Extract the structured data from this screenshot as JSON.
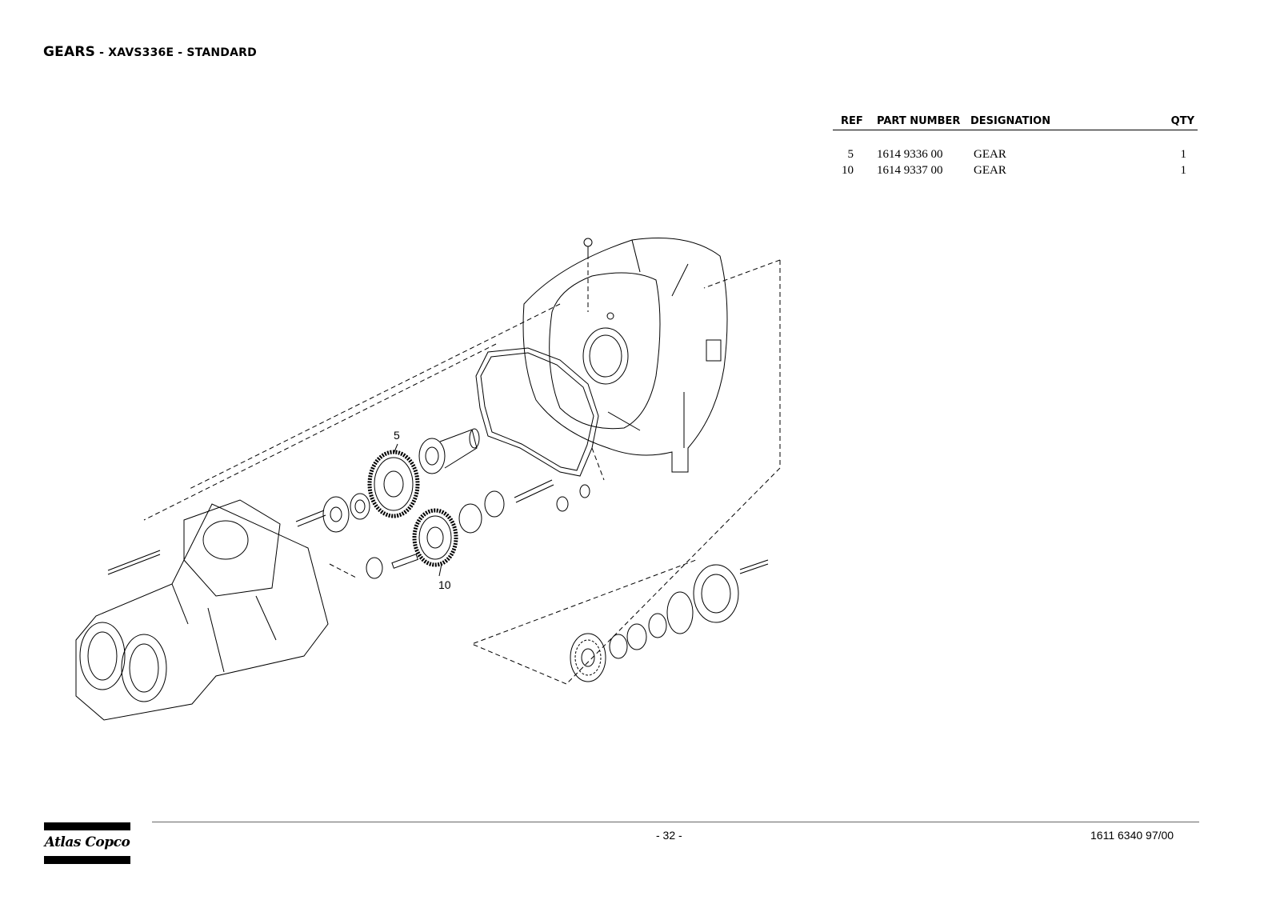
{
  "title": {
    "main": "GEARS",
    "separator1": " - ",
    "model": "XAVS336E",
    "separator2": " - ",
    "variant": "STANDARD"
  },
  "parts_table": {
    "headers": {
      "ref": "REF",
      "part_number": "PART NUMBER",
      "designation": "DESIGNATION",
      "qty": "QTY"
    },
    "rows": [
      {
        "ref": "5",
        "part_number": "1614 9336 00",
        "designation": "GEAR",
        "qty": "1"
      },
      {
        "ref": "10",
        "part_number": "1614 9337 00",
        "designation": "GEAR",
        "qty": "1"
      }
    ]
  },
  "drawing": {
    "callouts": {
      "gear_5": "5",
      "gear_10": "10"
    }
  },
  "footer": {
    "logo_text": "Atlas Copco",
    "page_number": "- 32 -",
    "document_number": "1611 6340 97/00"
  }
}
